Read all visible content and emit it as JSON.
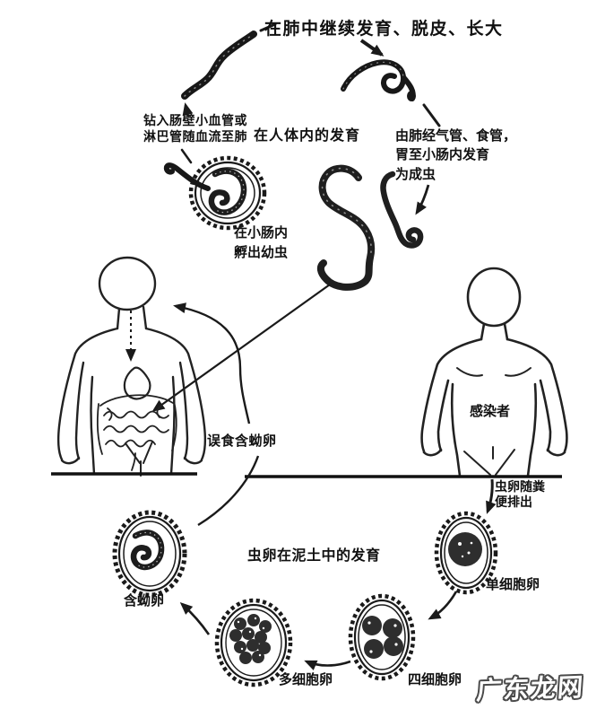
{
  "labels": {
    "lung_growth": "在肺中继续发育、脱皮、长大",
    "penetrate": "钻入肠壁小血管或\n淋巴管随血流至肺",
    "body_dev": "在人体内的发育",
    "to_adult": "由肺经气管、食管，\n胃至小肠内发育\n为成虫",
    "hatch": "在小肠内\n孵出幼虫",
    "ingest": "误食含蚴卵",
    "infected": "感染者",
    "excrete": "虫卵随粪\n便排出",
    "soil_dev": "虫卵在泥土中的发育",
    "egg_single": "单细胞卵",
    "egg_four": "四细胞卵",
    "egg_multi": "多细胞卵",
    "egg_larvated": "含蚴卵"
  },
  "watermark": {
    "text": "广东龙网"
  },
  "colors": {
    "ink": "#1a1a1a",
    "background": "#ffffff",
    "watermark_fill": "#ffffff",
    "watermark_outline": "#4a4a4a"
  },
  "illustrations": [
    "migrating-larva",
    "lung-larva",
    "hatching-egg-with-larva",
    "adult-worms",
    "human-front-digestive-tract",
    "human-back-infected",
    "single-cell-egg",
    "four-cell-egg",
    "multi-cell-egg",
    "larvated-egg",
    "ground-line",
    "life-cycle-arrows"
  ]
}
